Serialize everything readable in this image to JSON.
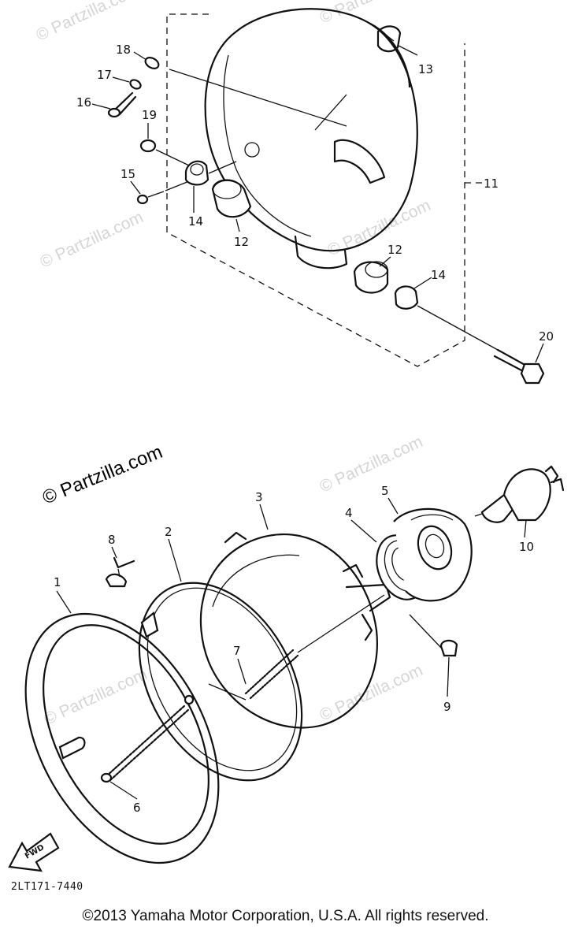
{
  "watermark": "© Partzilla.com",
  "drawing_code": "2LT171-7440",
  "copyright": "©2013 Yamaha Motor Corporation, U.S.A. All rights reserved.",
  "front_arrow_label": "FWD",
  "callouts": {
    "c1": "1",
    "c2": "2",
    "c3": "3",
    "c4": "4",
    "c5": "5",
    "c6": "6",
    "c7": "7",
    "c8": "8",
    "c9": "9",
    "c10": "10",
    "c11": "11",
    "c12a": "12",
    "c12b": "12",
    "c13": "13",
    "c14a": "14",
    "c14b": "14",
    "c15": "15",
    "c16": "16",
    "c17": "17",
    "c18": "18",
    "c19": "19",
    "c20": "20"
  }
}
